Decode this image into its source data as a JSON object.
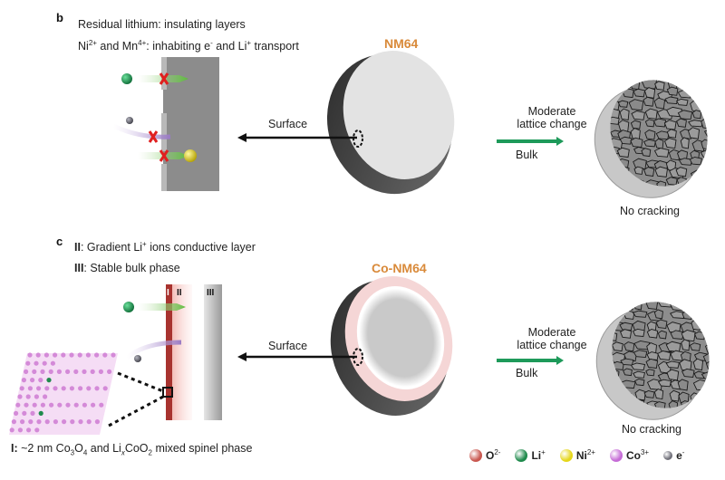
{
  "panel_b": {
    "letter": "b",
    "caption_line1": "Residual lithium: insulating layers",
    "caption_line2": {
      "ni": "Ni",
      "ni_charge": "2+",
      "and": " and ",
      "mn": "Mn",
      "mn_charge": "4+",
      "rest1": ": inhabiting e",
      "e_charge": "-",
      "rest2": " and Li",
      "li_charge": "+",
      "rest3": " transport"
    },
    "particle_title": "NM64",
    "surface_label": "Surface",
    "bulk_arrow": {
      "line1": "Moderate",
      "line2": "lattice change",
      "line3": "Bulk"
    },
    "result_label": "No cracking"
  },
  "panel_c": {
    "letter": "c",
    "caption_line1": {
      "num": "II",
      "text": ": Gradient Li",
      "charge": "+",
      "text2": " ions conductive layer"
    },
    "caption_line2": {
      "num": "III",
      "text": ": Stable bulk phase"
    },
    "layer_labels": [
      "I",
      "II",
      "III"
    ],
    "particle_title": "Co-NM64",
    "surface_label": "Surface",
    "bulk_arrow": {
      "line1": "Moderate",
      "line2": "lattice change",
      "line3": "Bulk"
    },
    "result_label": "No cracking",
    "bottom_caption": {
      "num": "I:",
      "t1": " ~2 nm Co",
      "s1": "3",
      "t2": "O",
      "s2": "4",
      "t3": " and Li",
      "s3": "x",
      "t4": "CoO",
      "s4": "2",
      "t5": " mixed spinel phase"
    }
  },
  "legend": [
    {
      "symbol": "O",
      "charge": "2-",
      "color": "#c9574f"
    },
    {
      "symbol": "Li",
      "charge": "+",
      "color": "#1f8a4c"
    },
    {
      "symbol": "Ni",
      "charge": "2+",
      "color": "#e5d619"
    },
    {
      "symbol": "Co",
      "charge": "3+",
      "color": "#c56bd6"
    },
    {
      "symbol": "e",
      "charge": "-",
      "color": "#6e6e78"
    }
  ],
  "colors": {
    "title_orange": "#d98a3a",
    "green_arrow": "#1e9a5a",
    "layer_I": "#a8332f",
    "layer_II": "#f4c9c6",
    "bulk_gray": "#8a8a8a"
  }
}
